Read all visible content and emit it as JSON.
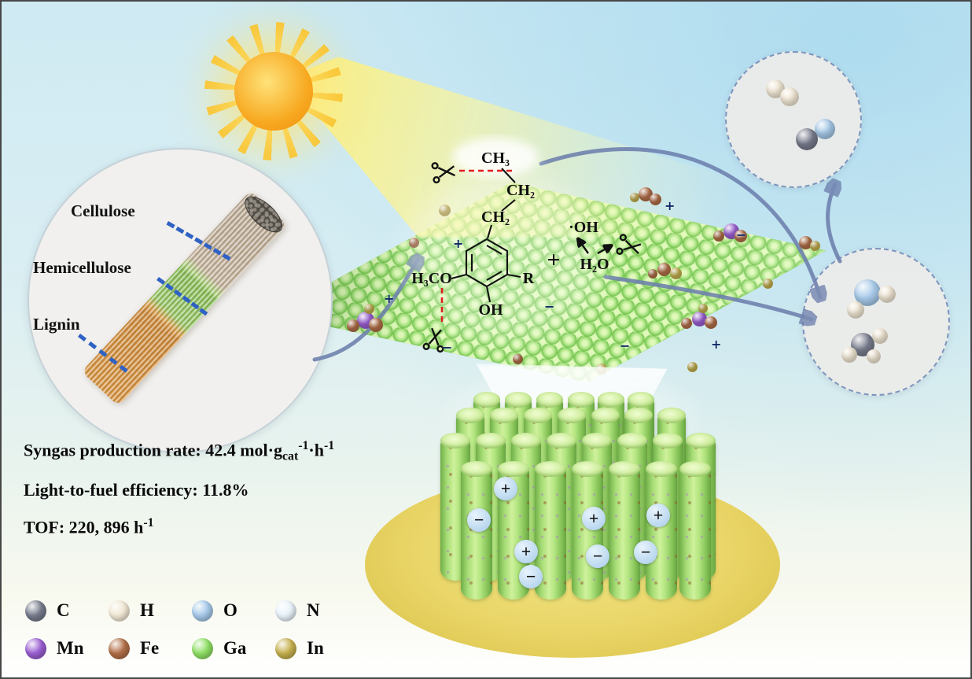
{
  "inset": {
    "labels": {
      "cellulose": "Cellulose",
      "hemicellulose": "Hemicellulose",
      "lignin": "Lignin"
    }
  },
  "surface": {
    "molecule": {
      "ch3": "CH₃",
      "ch2_upper": "CH₂",
      "ch2_lower": "CH₂",
      "h3co": "H₃CO",
      "oh": "OH",
      "r": "R",
      "plus": "+",
      "hydroxyl_radical": "·OH",
      "h2o": "H₂O"
    },
    "charges": {
      "plus": "+",
      "minus": "−"
    }
  },
  "stats": {
    "syngas": {
      "prefix": "Syngas production rate: 42.4 mol·g",
      "sub": "cat",
      "sup1": "-1",
      "mid": "·h",
      "sup2": "-1"
    },
    "efficiency": {
      "text": "Light-to-fuel efficiency: 11.8%"
    },
    "tof": {
      "prefix": "TOF: 220, 896 h",
      "sup": "-1"
    }
  },
  "legend": {
    "rows": [
      [
        {
          "symbol": "C",
          "color": "#777b8c"
        },
        {
          "symbol": "H",
          "color": "#f2e8d5"
        },
        {
          "symbol": "O",
          "color": "#a6c9e9"
        },
        {
          "symbol": "N",
          "color": "#e9f3fa"
        }
      ],
      [
        {
          "symbol": "Mn",
          "color": "#9a5ed2"
        },
        {
          "symbol": "Fe",
          "color": "#b26f48"
        },
        {
          "symbol": "Ga",
          "color": "#8fe065"
        },
        {
          "symbol": "In",
          "color": "#c6b14e"
        }
      ]
    ]
  },
  "colors": {
    "arrow": "#6d80ad",
    "dashed_pointer": "#2f62c4",
    "cut_line": "#e02020"
  }
}
